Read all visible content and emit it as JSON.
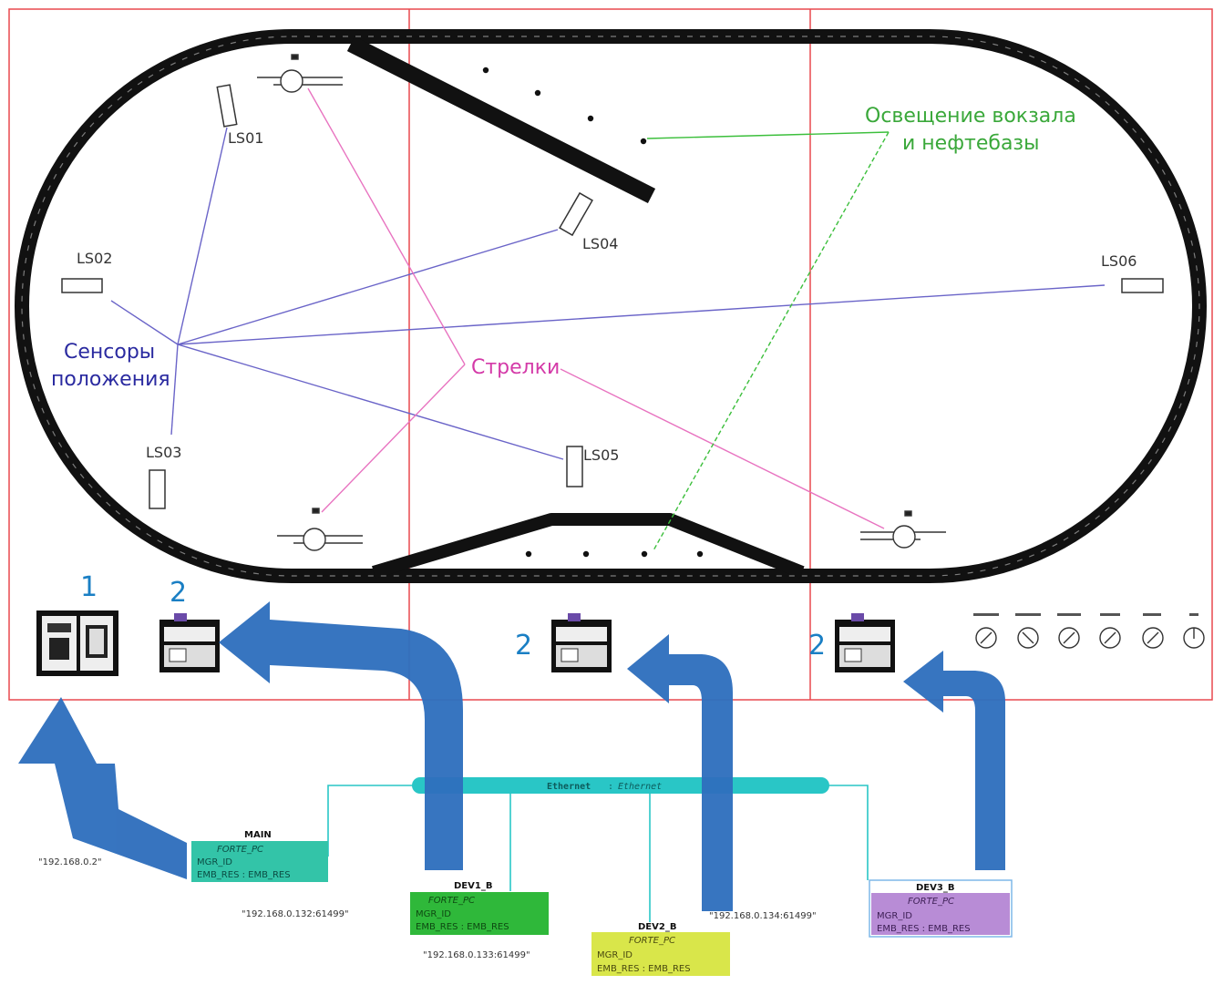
{
  "colors": {
    "frame": "#e8484f",
    "track": "#111111",
    "sensor_links": "#6a64c8",
    "switch_links": "#e873c0",
    "light_links": "#3cbf3c",
    "arrow": "#2f6fbd",
    "ethernet": "#29c6c6",
    "main_device": "#33c4a8",
    "dev1": "#2fb83a",
    "dev2": "#d9e64a",
    "dev3": "#b88cd6",
    "number_labels": "#1a7fc4",
    "sensors_text": "#2a2aa0",
    "switches_text": "#d43aa8",
    "lights_text": "#3aa83a"
  },
  "layout_labels": {
    "sensors": [
      "LS01",
      "LS02",
      "LS03",
      "LS04",
      "LS05",
      "LS06"
    ]
  },
  "annotations": {
    "sensors_line1": "Сенсоры",
    "sensors_line2": "положения",
    "switches": "Стрелки",
    "lights_line1": "Освещение вокзала",
    "lights_line2": "и нефтебазы"
  },
  "hardware_numbers": {
    "main": "1",
    "dev_left": "2",
    "dev_mid": "2",
    "dev_right": "2"
  },
  "network": {
    "ethernet_label": "Ethernet",
    "ethernet_type": "Ethernet",
    "main": {
      "name": "MAIN",
      "type": "FORTE_PC",
      "param1": "MGR_ID",
      "param2": "EMB_RES : EMB_RES",
      "address": "\"192.168.0.2\""
    },
    "dev1": {
      "name": "DEV1_B",
      "type": "FORTE_PC",
      "param1": "MGR_ID",
      "param2": "EMB_RES : EMB_RES",
      "address": "\"192.168.0.132:61499\""
    },
    "dev2": {
      "name": "DEV2_B",
      "type": "FORTE_PC",
      "param1": "MGR_ID",
      "param2": "EMB_RES : EMB_RES",
      "address": "\"192.168.0.133:61499\""
    },
    "dev3": {
      "name": "DEV3_B",
      "type": "FORTE_PC",
      "param1": "MGR_ID",
      "param2": "EMB_RES : EMB_RES",
      "address": "\"192.168.0.134:61499\""
    }
  }
}
